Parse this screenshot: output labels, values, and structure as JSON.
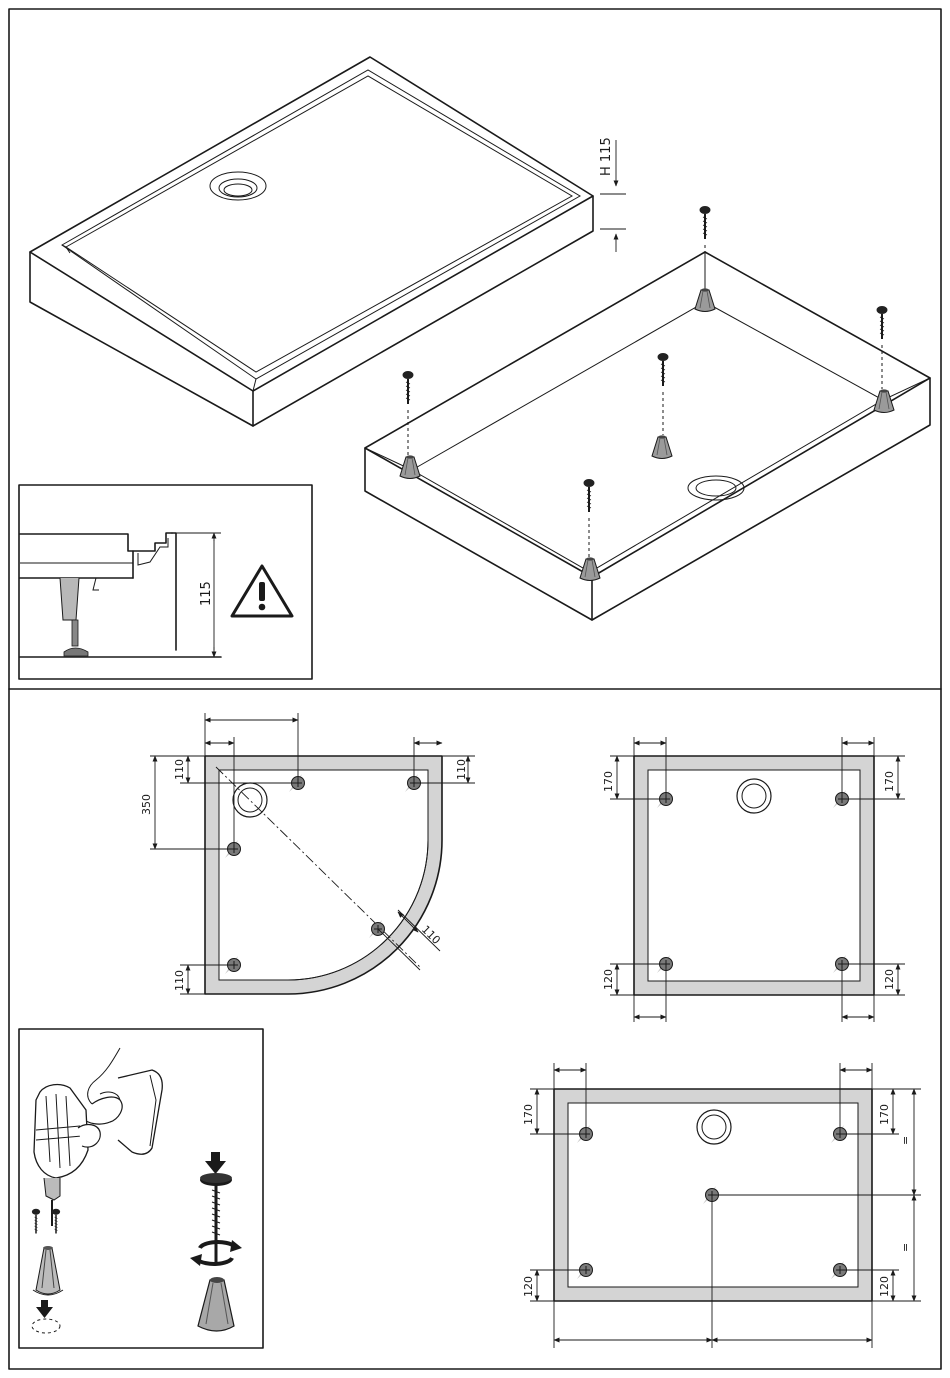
{
  "top_section": {
    "tray_height_label": "H 115",
    "inset_height_label": "115"
  },
  "quadrant_layout": {
    "labels": [
      "110",
      "110",
      "350",
      "110",
      "110"
    ]
  },
  "rect_layout_small": {
    "labels": [
      "170",
      "170",
      "120",
      "120"
    ]
  },
  "rect_layout_large": {
    "labels": [
      "170",
      "170",
      "=",
      "=",
      "120",
      "120"
    ]
  },
  "icons": [
    "warning-icon",
    "drill-icon",
    "rotate-arrows-icon",
    "down-arrow-icon"
  ]
}
